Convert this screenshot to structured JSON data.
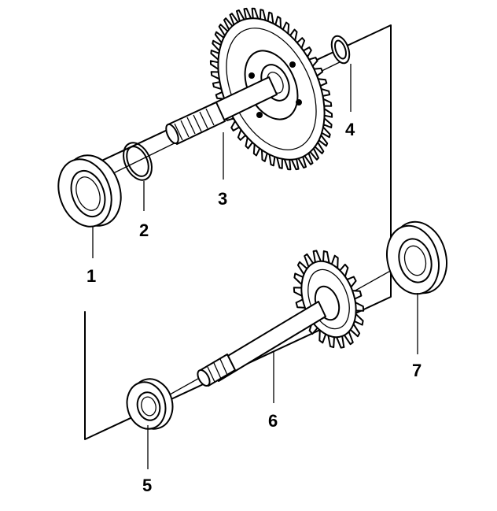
{
  "diagram": {
    "parts": [
      {
        "number": "1",
        "name": "oil-seal-upper"
      },
      {
        "number": "2",
        "name": "snap-ring-upper"
      },
      {
        "number": "3",
        "name": "gear-shaft-upper"
      },
      {
        "number": "4",
        "name": "snap-ring-right"
      },
      {
        "number": "5",
        "name": "bearing-lower-left"
      },
      {
        "number": "6",
        "name": "gear-shaft-lower"
      },
      {
        "number": "7",
        "name": "bearing-lower-right"
      }
    ]
  }
}
